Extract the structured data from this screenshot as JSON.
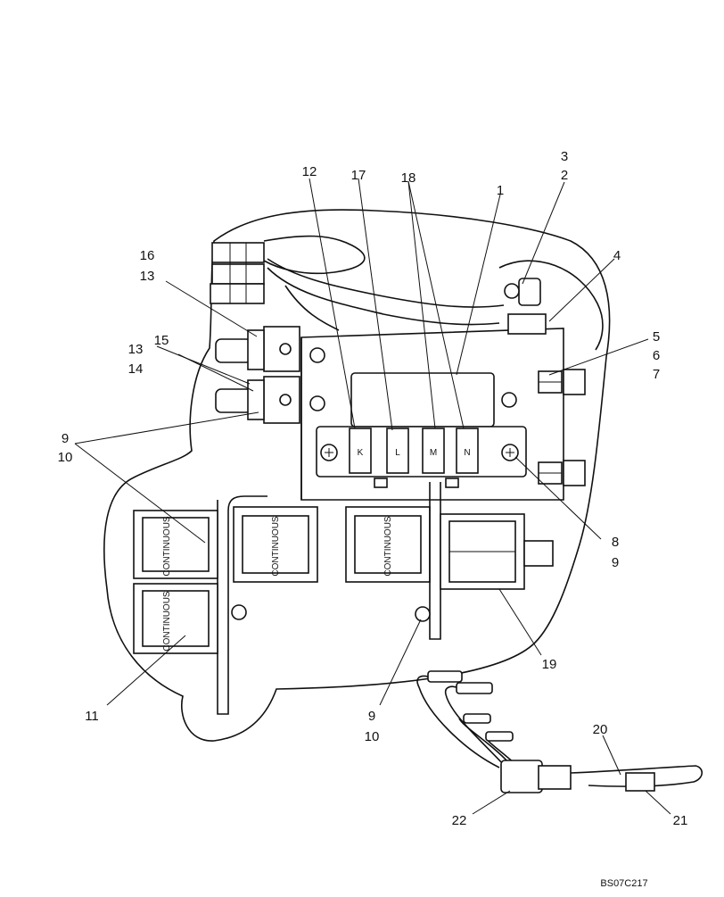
{
  "figure": {
    "drawing_code": "BS07C217"
  },
  "callouts": {
    "c1": "1",
    "c2": "2",
    "c3": "3",
    "c4": "4",
    "c5": "5",
    "c6": "6",
    "c7": "7",
    "c8": "8",
    "c9a": "9",
    "c9b": "9",
    "c9c": "9",
    "c10a": "10",
    "c10b": "10",
    "c11": "11",
    "c12": "12",
    "c13a": "13",
    "c13b": "13",
    "c14": "14",
    "c15": "15",
    "c16": "16",
    "c17": "17",
    "c18": "18",
    "c19": "19",
    "c20": "20",
    "c21": "21",
    "c22": "22"
  },
  "relay_text": {
    "r1": "CONTINUOUS",
    "r2": "CONTINUOUS",
    "r3": "CONTINUOUS",
    "r4": "CONTINUOUS"
  },
  "fuse_labels": [
    "K",
    "L",
    "M",
    "N"
  ]
}
